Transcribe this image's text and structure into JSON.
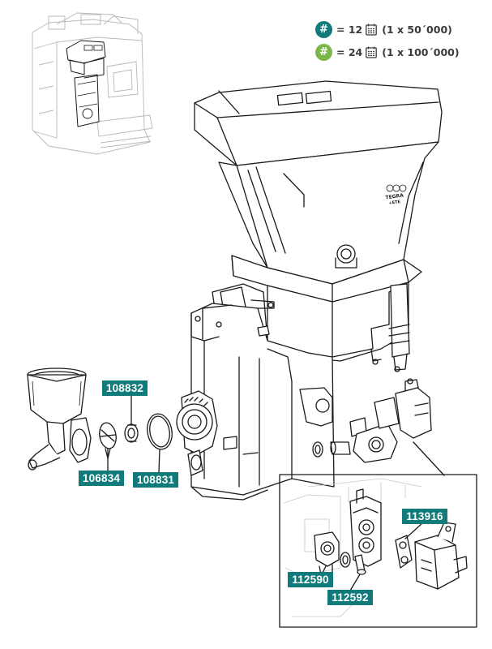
{
  "colors": {
    "teal": "#117a7a",
    "green": "#7ab648",
    "line": "#1a1a1a",
    "ghost": "#b8b8b8"
  },
  "legend": [
    {
      "symbol": "#",
      "eq": "= 12",
      "icon": "calendar-icon",
      "cycles": "(1 x 50´000)",
      "color": "#117a7a"
    },
    {
      "symbol": "#",
      "eq": "= 24",
      "icon": "calendar-icon",
      "cycles": "(1 x 100´000)",
      "color": "#7ab648"
    }
  ],
  "logo_text": {
    "line1": "TEGRA",
    "line2": "+ETE"
  },
  "parts": [
    {
      "id": "108832"
    },
    {
      "id": "106834"
    },
    {
      "id": "108831"
    },
    {
      "id": "113916"
    },
    {
      "id": "112590"
    },
    {
      "id": "112592"
    }
  ]
}
